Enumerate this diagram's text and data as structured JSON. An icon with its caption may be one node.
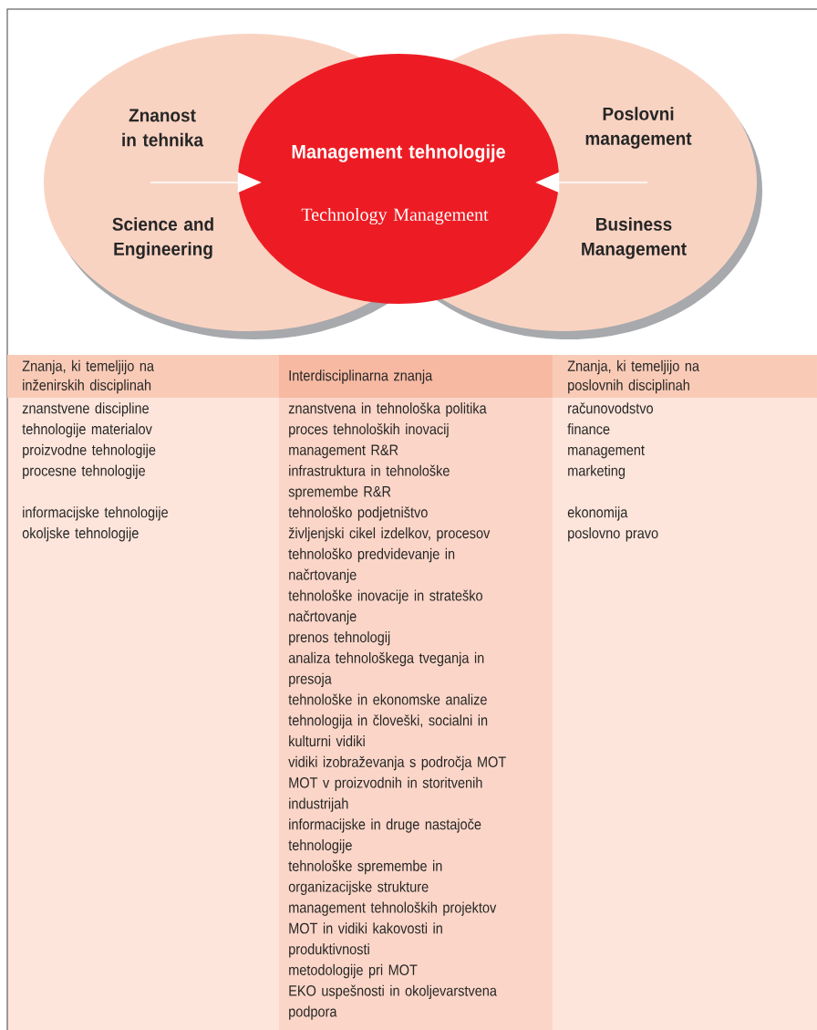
{
  "diagram": {
    "nodes": [
      {
        "text": [
          "Znanost in tehnika",
          "Science and Engineering"
        ]
      },
      {
        "text": [
          "Poslovni management",
          "Business Management"
        ]
      },
      {
        "text": [
          "Management tehnologije",
          "Technology Management"
        ]
      }
    ],
    "edges": [
      {
        "from": 0,
        "to": 2,
        "arrow": "to"
      },
      {
        "from": 1,
        "to": 2,
        "arrow": "to"
      }
    ],
    "labels": [
      "Znanja, ki temeljijo na inženirskih disciplinah",
      "Interdisciplinarna znanja",
      "Znanja, ki temeljijo na poslovnih disciplinah",
      "znanstvene discipline",
      "tehnologije materialov",
      "proizvodne tehnologije",
      "procesne tehnologije",
      "informacijske tehnologije",
      "okoljske tehnologije",
      "znanstvena in tehnološka politika",
      "proces tehnoloških inovacij",
      "management R&R",
      "infrastruktura in tehnološke spremembe R&R",
      "tehnološko podjetništvo",
      "življenjski cikel izdelkov, procesov",
      "tehnološko predvidevanje in načrtovanje",
      "tehnološke inovacije in strateško načrtovanje",
      "prenos tehnologij",
      "analiza tehnološkega tveganja in presoja",
      "tehnološke in ekonomske analize",
      "tehnologija in človeški, socialni in kulturni vidiki",
      "vidiki izobraževanja s področja MOT",
      "MOT v proizvodnih in storitvenih industrijah",
      "informacijske in druge nastajoče tehnologije",
      "tehnološke spremembe in organizacijske strukture",
      "management tehnoloških projektov",
      "MOT in vidiki kakovosti in produktivnosti",
      "metodologije pri MOT",
      "EKO uspešnosti in okoljevarstvena podpora",
      "računovodstvo",
      "finance",
      "management",
      "marketing",
      "ekonomija",
      "poslovno pravo"
    ]
  }
}
